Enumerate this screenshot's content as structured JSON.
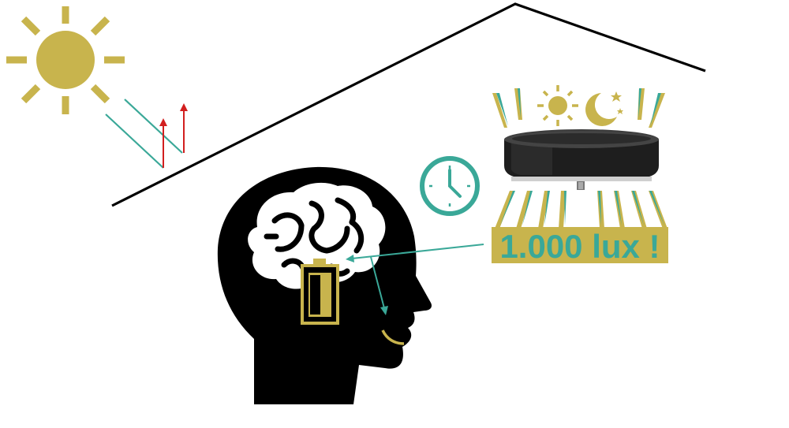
{
  "diagram": {
    "lux_label": "1.000 lux !"
  },
  "colors": {
    "gold": "#c8b44d",
    "teal": "#3aa898",
    "red": "#d21f1f",
    "black": "#000000",
    "lamp_body": "#2a2a2a",
    "white": "#ffffff"
  },
  "icons": [
    "sun-icon",
    "reflected-light-icon",
    "roof-line",
    "clock-icon",
    "light-therapy-lamp",
    "moon-icon",
    "star-icon",
    "head-silhouette",
    "brain-icon",
    "battery-icon",
    "smile-icon"
  ]
}
